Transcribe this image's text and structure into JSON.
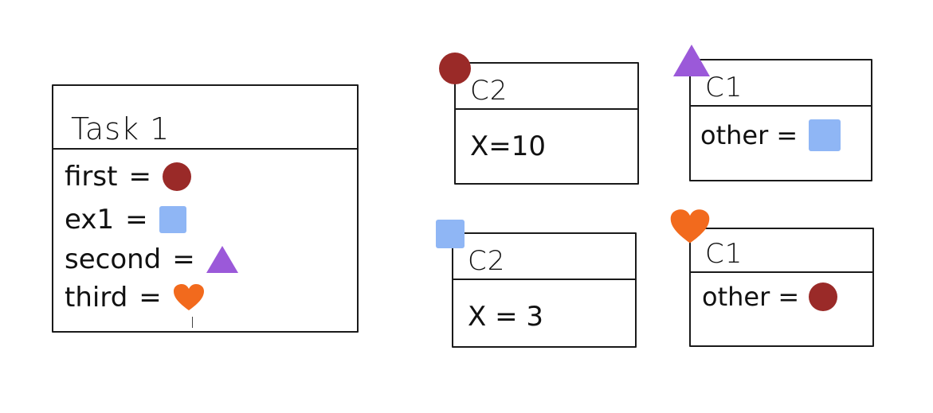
{
  "colors": {
    "circle": "#9a2a28",
    "square": "#8fb6f5",
    "triangle": "#9b59d9",
    "heart": "#f26a1d",
    "ink": "#1a1a1a"
  },
  "task": {
    "title": "Task 1",
    "rows": [
      {
        "name": "first",
        "eq": "=",
        "token": "circle"
      },
      {
        "name": "ex1",
        "eq": "=",
        "token": "square"
      },
      {
        "name": "second",
        "eq": "=",
        "token": "triangle"
      },
      {
        "name": "third",
        "eq": "=",
        "token": "heart"
      }
    ]
  },
  "cards": [
    {
      "id": "card-top-left",
      "tag": "circle",
      "title": "C2",
      "content": "X=10",
      "value_token": null
    },
    {
      "id": "card-top-right",
      "tag": "triangle",
      "title": "C1",
      "content": "other =",
      "value_token": "square"
    },
    {
      "id": "card-bottom-left",
      "tag": "square",
      "title": "C2",
      "content": "X = 3",
      "value_token": null
    },
    {
      "id": "card-bottom-right",
      "tag": "heart",
      "title": "C1",
      "content": "other =",
      "value_token": "circle"
    }
  ]
}
